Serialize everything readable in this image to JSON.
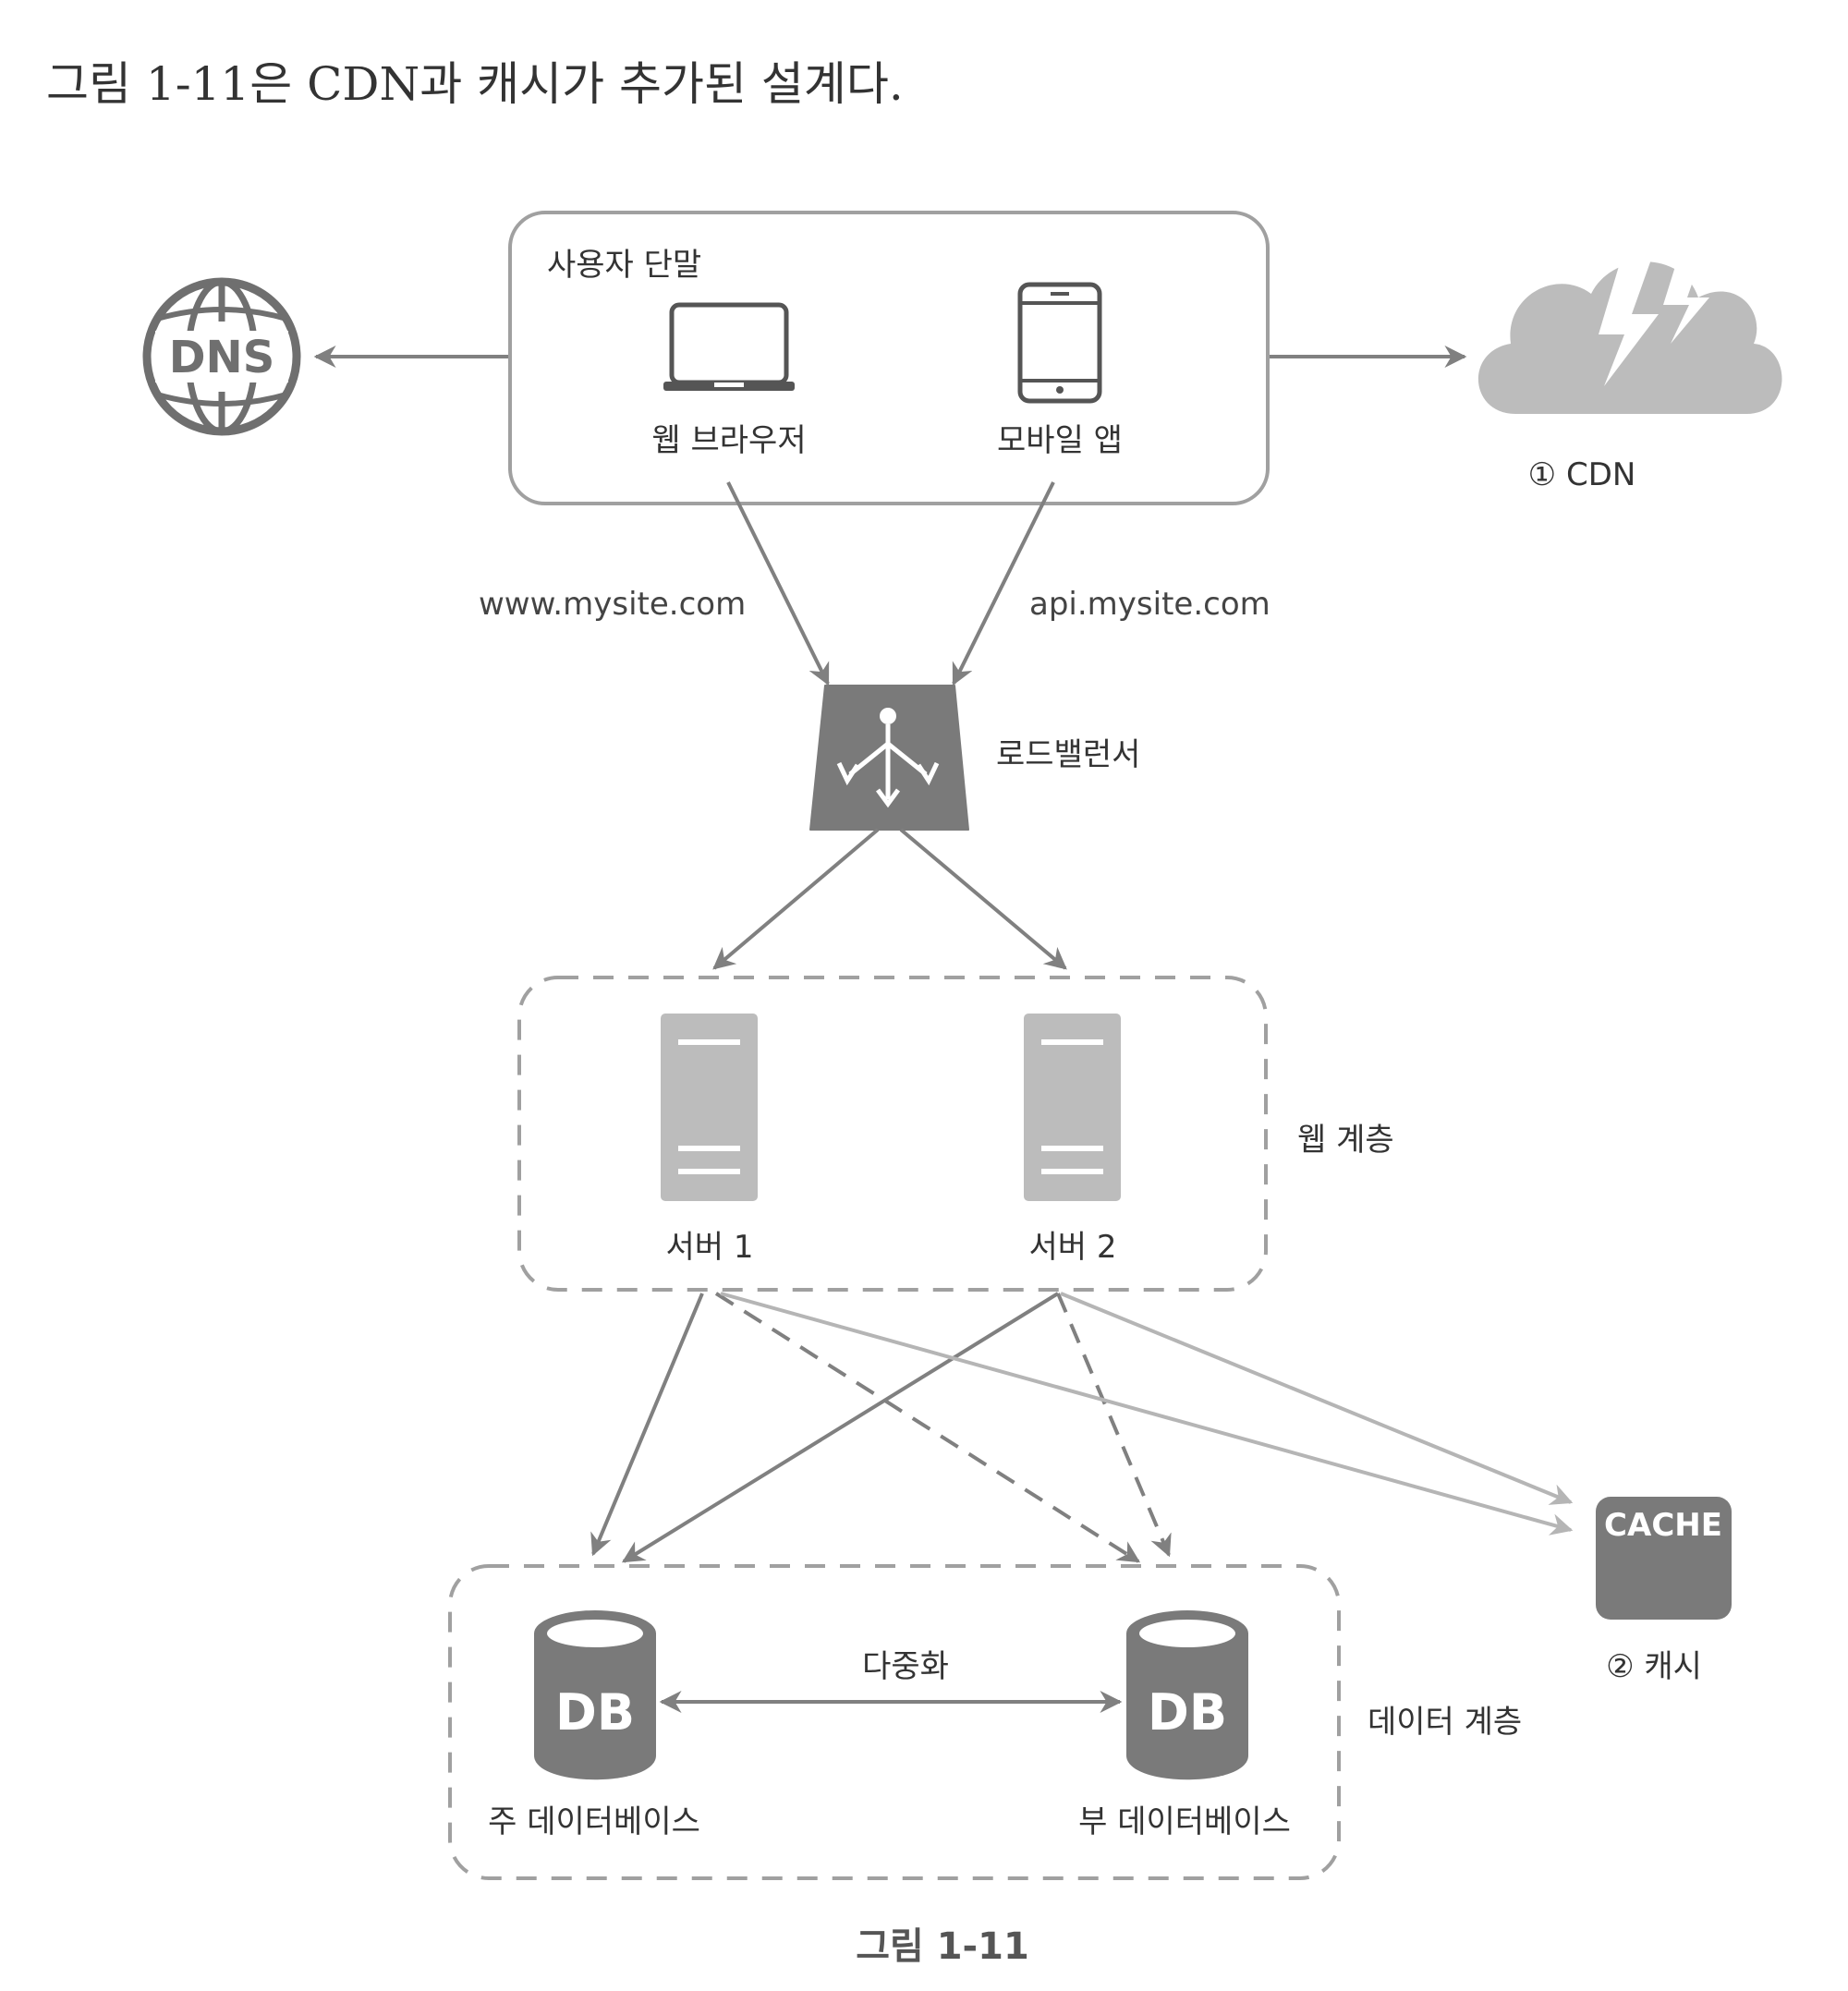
{
  "intro_text": "그림 1-11은 CDN과 캐시가 추가된 설계다.",
  "user_devices": {
    "title": "사용자 단말",
    "web_browser": "웹 브라우저",
    "mobile_app": "모바일 앱"
  },
  "dns": {
    "label": "DNS"
  },
  "cdn": {
    "label": "① CDN"
  },
  "domains": {
    "web": "www.mysite.com",
    "api": "api.mysite.com"
  },
  "load_balancer": {
    "label": "로드밸런서"
  },
  "web_tier": {
    "label": "웹 계층",
    "server1": "서버 1",
    "server2": "서버 2"
  },
  "cache": {
    "box_text": "CACHE",
    "label": "② 캐시"
  },
  "data_tier": {
    "label": "데이터 계층",
    "replication": "다중화",
    "master_db_icon": "DB",
    "slave_db_icon": "DB",
    "master_label": "주 데이터베이스",
    "slave_label": "부 데이터베이스"
  },
  "figure_caption": "그림 1-11",
  "colors": {
    "icon_dark": "#7a7a7a",
    "icon_light": "#bcbcbc",
    "arrow_dark": "#808080",
    "arrow_light": "#b5b5b5",
    "text": "#333333"
  }
}
